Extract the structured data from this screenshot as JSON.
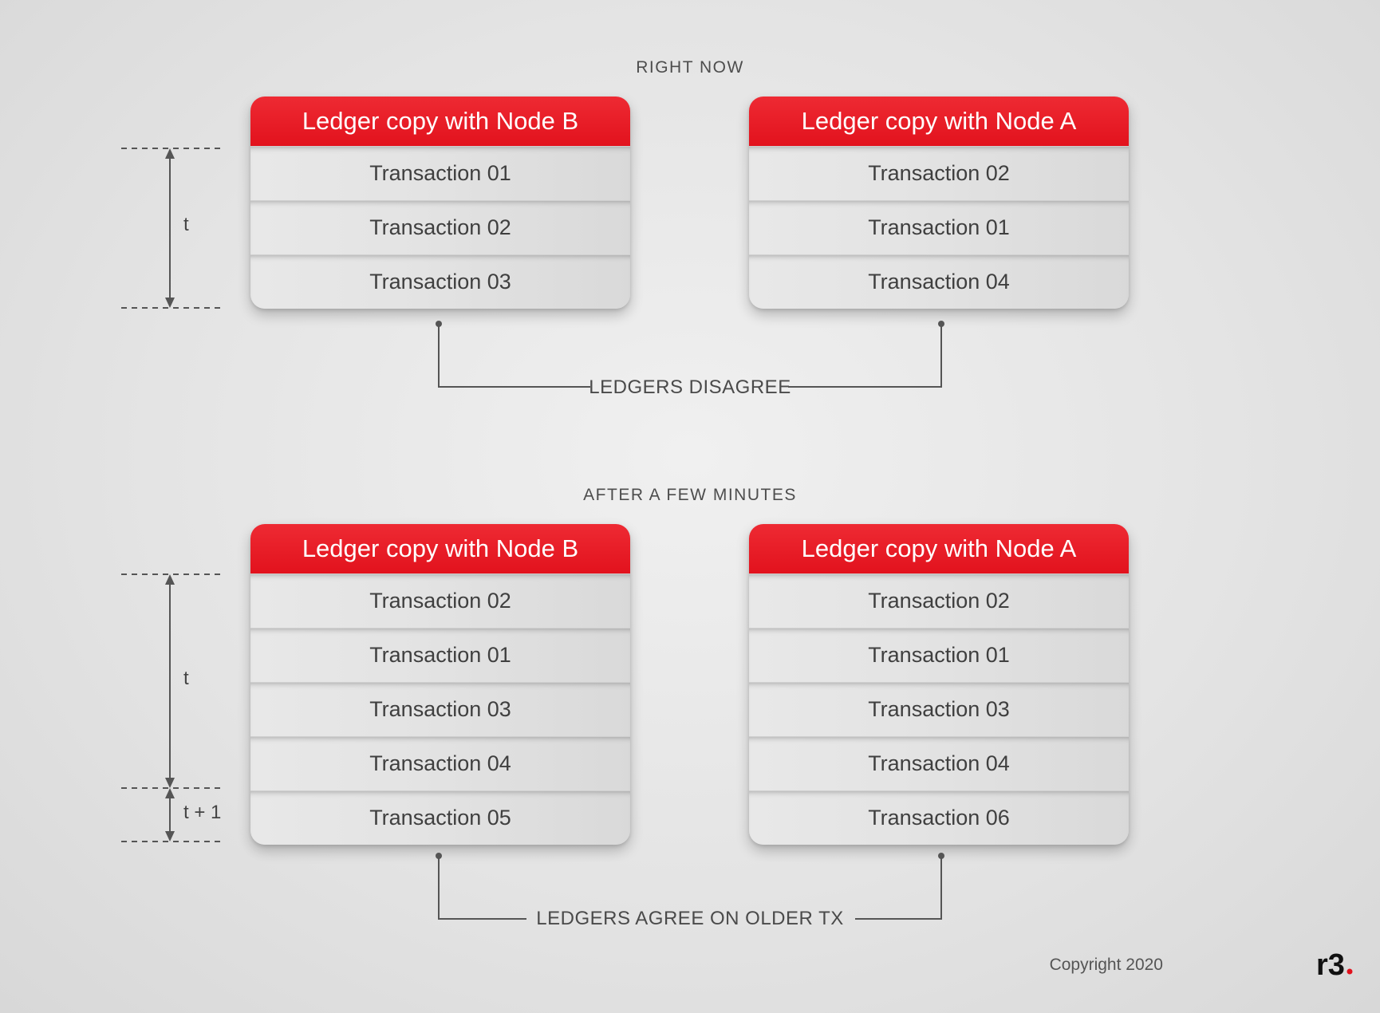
{
  "sections": [
    {
      "label": "RIGHT NOW",
      "ledgers": [
        {
          "title": "Ledger copy with Node B",
          "rows": [
            "Transaction 01",
            "Transaction 02",
            "Transaction 03"
          ]
        },
        {
          "title": "Ledger copy with Node A",
          "rows": [
            "Transaction 02",
            "Transaction 01",
            "Transaction 04"
          ]
        }
      ],
      "time_labels": [
        "t"
      ],
      "connector_label": "LEDGERS DISAGREE"
    },
    {
      "label": "AFTER A FEW MINUTES",
      "ledgers": [
        {
          "title": "Ledger copy with Node B",
          "rows": [
            "Transaction 02",
            "Transaction 01",
            "Transaction 03",
            "Transaction 04",
            "Transaction 05"
          ]
        },
        {
          "title": "Ledger copy with Node A",
          "rows": [
            "Transaction 02",
            "Transaction 01",
            "Transaction 03",
            "Transaction 04",
            "Transaction 06"
          ]
        }
      ],
      "time_labels": [
        "t",
        "t + 1"
      ],
      "connector_label": "LEDGERS AGREE ON OLDER TX"
    }
  ],
  "footer": {
    "copyright": "Copyright 2020",
    "logo_text": "r3",
    "logo_icon": "r3-logo-icon"
  },
  "colors": {
    "header_red": "#e2121d",
    "logo_dot": "#e2121d",
    "line_gray": "#555555"
  }
}
